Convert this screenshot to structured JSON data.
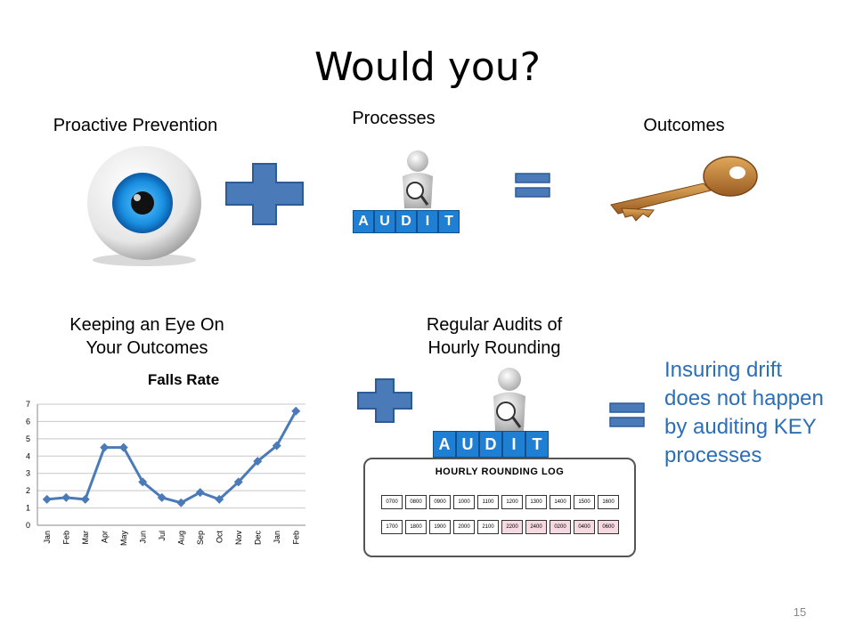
{
  "title": "Would you?",
  "labels": {
    "proactive": "Proactive Prevention",
    "processes": "Processes",
    "outcomes": "Outcomes",
    "keeping_line1": "Keeping an Eye On",
    "keeping_line2": "Your Outcomes",
    "regular_line1": "Regular Audits of",
    "regular_line2": "Hourly Rounding"
  },
  "audit_letters": [
    "A",
    "U",
    "D",
    "I",
    "T"
  ],
  "drift_text": "Insuring drift does not happen by auditing KEY processes",
  "log": {
    "title": "HOURLY ROUNDING LOG",
    "row1": [
      "0700",
      "0800",
      "0900",
      "1000",
      "1100",
      "1200",
      "1300",
      "1400",
      "1500",
      "1600"
    ],
    "row2": [
      "1700",
      "1800",
      "1900",
      "2000",
      "2100",
      "2200",
      "2400",
      "0200",
      "0400",
      "0600"
    ]
  },
  "page_number": "15",
  "colors": {
    "accent": "#2c6fb7",
    "series": "#4a7ab8"
  },
  "chart_data": {
    "type": "line",
    "title": "Falls Rate",
    "categories": [
      "Jan",
      "Feb",
      "Mar",
      "Apr",
      "May",
      "Jun",
      "Jul",
      "Aug",
      "Sep",
      "Oct",
      "Nov",
      "Dec",
      "Jan",
      "Feb"
    ],
    "values": [
      1.5,
      1.6,
      1.5,
      4.5,
      4.5,
      2.5,
      1.6,
      1.3,
      1.9,
      1.5,
      2.5,
      3.7,
      4.6,
      6.6
    ],
    "yticks": [
      "0",
      "1",
      "2",
      "3",
      "4",
      "5",
      "6",
      "7"
    ],
    "ylim": [
      0,
      7
    ],
    "grid": true,
    "legend": "none"
  }
}
